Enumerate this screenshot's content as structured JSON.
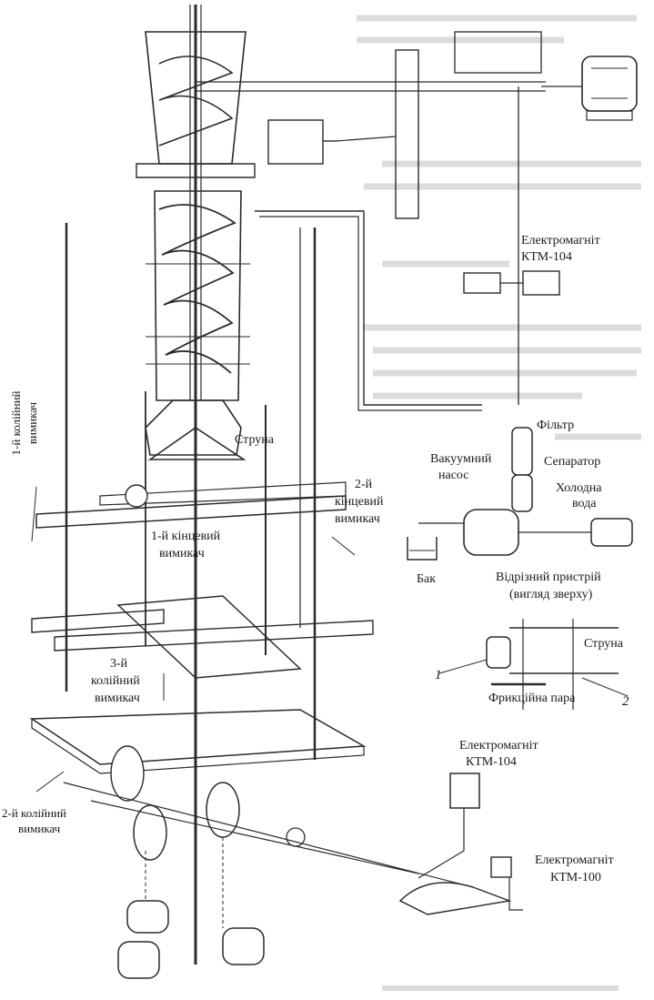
{
  "labels": {
    "tkm104_top_1": "Електромагніт",
    "tkm104_top_2": "КТМ-104",
    "string_main": "Струна",
    "filter": "Фільтр",
    "vacuum_pump_1": "Вакуумний",
    "vacuum_pump_2": "насос",
    "separator": "Сепаратор",
    "cold_water_1": "Холодна",
    "cold_water_2": "вода",
    "tank": "Бак",
    "cutting_device_1": "Відрізний пристрій",
    "cutting_device_2": "(вигляд зверху)",
    "string_cut": "Струна",
    "friction_pair": "Фрикційна пара",
    "part_1": "1",
    "part_2": "2",
    "track_switch_1_1": "1-й колійний",
    "track_switch_1_2": "вимикач",
    "limit_switch_2_1": "2-й",
    "limit_switch_2_2": "кінцевий",
    "limit_switch_2_3": "вимикач",
    "limit_switch_1_1": "1-й кінцевий",
    "limit_switch_1_2": "вимикач",
    "track_switch_3_1": "3-й",
    "track_switch_3_2": "колійний",
    "track_switch_3_3": "вимикач",
    "track_switch_2_1": "2-й колійний",
    "track_switch_2_2": "вимикач",
    "tkm104_bottom_1": "Електромагніт",
    "tkm104_bottom_2": "КТМ-104",
    "tkm100_1": "Електромагніт",
    "tkm100_2": "КТМ-100"
  }
}
